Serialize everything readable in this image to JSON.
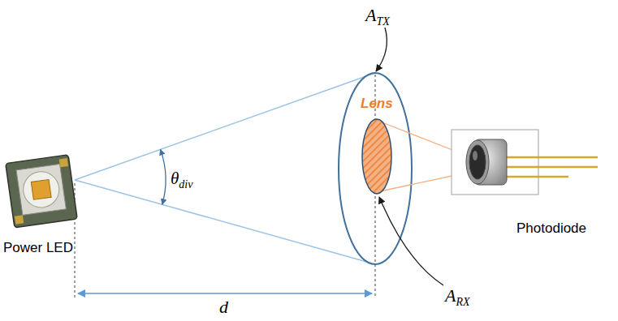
{
  "diagram": {
    "labels": [
      "ATX",
      "θdiv",
      "Lens",
      "ARX",
      "Photodiode",
      "Power LED",
      "d"
    ]
  }
}
